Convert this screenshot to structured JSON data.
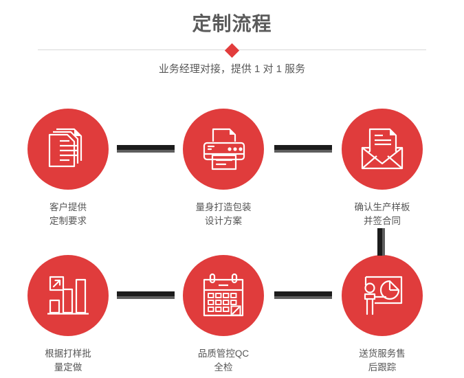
{
  "header": {
    "title": "定制流程",
    "subtitle": "业务经理对接，提供 1 对 1 服务",
    "divider_icon": "diamond-icon",
    "title_color": "#5b5b5b",
    "accent_color": "#e23c3c"
  },
  "theme": {
    "circle_color": "#e03c3c",
    "icon_color": "#ffffff",
    "connector_dark": "#1c1c1c",
    "connector_light": "#5e5e5e",
    "label_color": "#555555",
    "background": "#ffffff"
  },
  "steps": [
    {
      "index": 1,
      "icon": "documents-stack-icon",
      "label": "客户提供\n定制要求"
    },
    {
      "index": 2,
      "icon": "printer-icon",
      "label": "量身打造包装\n设计方案"
    },
    {
      "index": 3,
      "icon": "envelope-document-icon",
      "label": "确认生产样板\n并签合同"
    },
    {
      "index": 4,
      "icon": "bar-chart-growth-icon",
      "label": "根据打样批\n量定做"
    },
    {
      "index": 5,
      "icon": "calendar-check-icon",
      "label": "品质管控QC\n全检"
    },
    {
      "index": 6,
      "icon": "presenter-pie-chart-icon",
      "label": "送货服务售\n后跟踪"
    }
  ],
  "connectors": [
    {
      "name": "connector-step1-step2",
      "orientation": "horizontal"
    },
    {
      "name": "connector-step2-step3",
      "orientation": "horizontal"
    },
    {
      "name": "connector-step4-step5",
      "orientation": "horizontal"
    },
    {
      "name": "connector-step5-step6",
      "orientation": "horizontal"
    },
    {
      "name": "connector-step3-step6",
      "orientation": "vertical"
    }
  ]
}
